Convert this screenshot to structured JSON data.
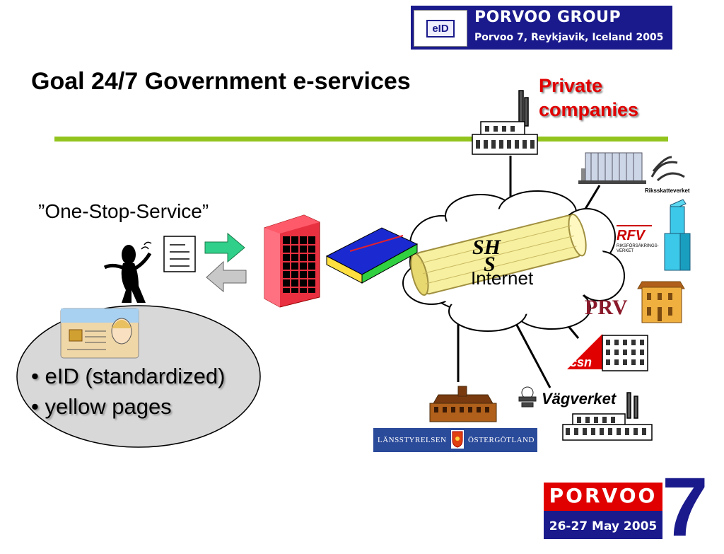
{
  "header": {
    "logo_text": "eID",
    "group_title": "PORVOO GROUP",
    "group_subtitle": "Porvoo 7, Reykjavik, Iceland 2005"
  },
  "slide": {
    "title": "Goal 24/7 Government e-services",
    "private_line1": "Private",
    "private_line2": "companies",
    "one_stop": "”One-Stop-Service”",
    "bullets": [
      "• eID (standardized)",
      "• yellow pages"
    ],
    "internet": "Internet",
    "shs_line1": "SH",
    "shs_line2": "S"
  },
  "agencies": {
    "rsv": "Riksskatteverket",
    "rfv": "RFV",
    "rfv_sub": "RIKSFÖRSÄKRINGS-VERKET",
    "prv": "PRV",
    "csn": "csn",
    "vag": "Vägverket",
    "lans_left": "LÄNSSTYRELSEN",
    "lans_right": "ÖSTERGÖTLAND"
  },
  "footer": {
    "porvoo": "PORVOO",
    "seven": "7",
    "dates": "26-27 May 2005"
  },
  "colors": {
    "accent_rule": "#92c41e",
    "private_red": "#e00000",
    "porvoo_blue": "#1a1a8c"
  }
}
